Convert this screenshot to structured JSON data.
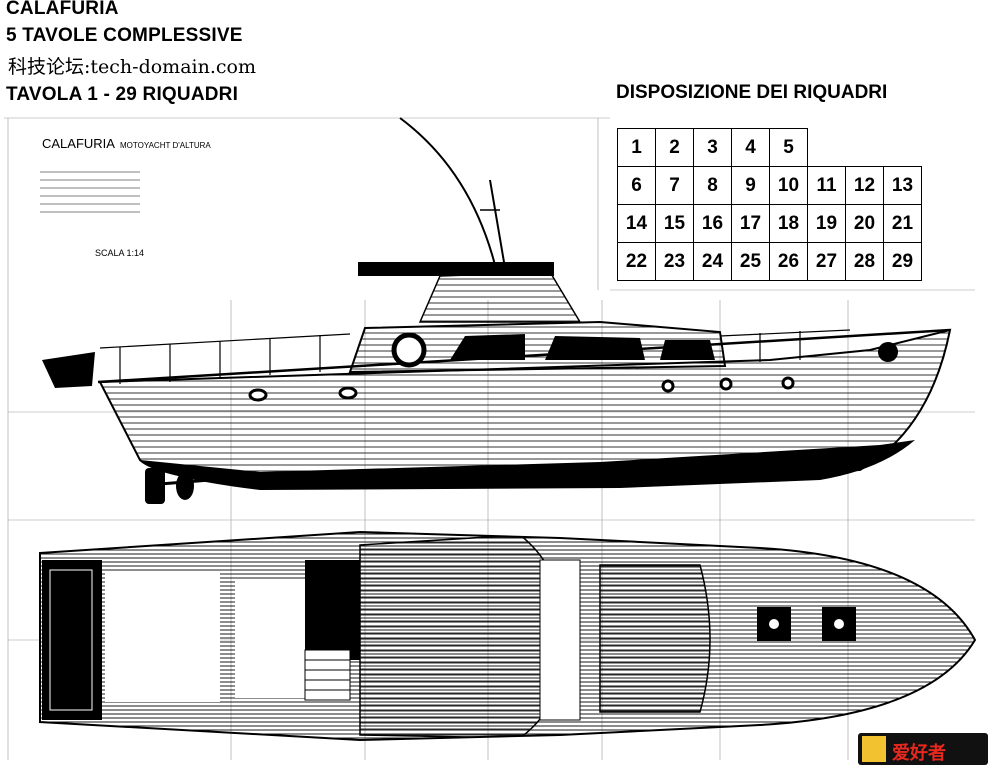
{
  "header": {
    "line1": "CALAFURIA",
    "line2": "5 TAVOLE COMPLESSIVE",
    "watermark": "科技论坛:tech-domain.com",
    "line4": "TAVOLA 1 - 29 RIQUADRI"
  },
  "layout_panel": {
    "title": "DISPOSIZIONE DEI RIQUADRI",
    "rows": [
      [
        "1",
        "2",
        "3",
        "4",
        "5",
        "",
        "",
        ""
      ],
      [
        "6",
        "7",
        "8",
        "9",
        "10",
        "11",
        "12",
        "13"
      ],
      [
        "14",
        "15",
        "16",
        "17",
        "18",
        "19",
        "20",
        "21"
      ],
      [
        "22",
        "23",
        "24",
        "25",
        "26",
        "27",
        "28",
        "29"
      ]
    ]
  },
  "drawing": {
    "plan_title": "CALAFURIA",
    "plan_subtitle": "MOTOYACHT D'ALTURA",
    "scale": "SCALA 1:14"
  },
  "logo": {
    "text": "爱好者"
  }
}
